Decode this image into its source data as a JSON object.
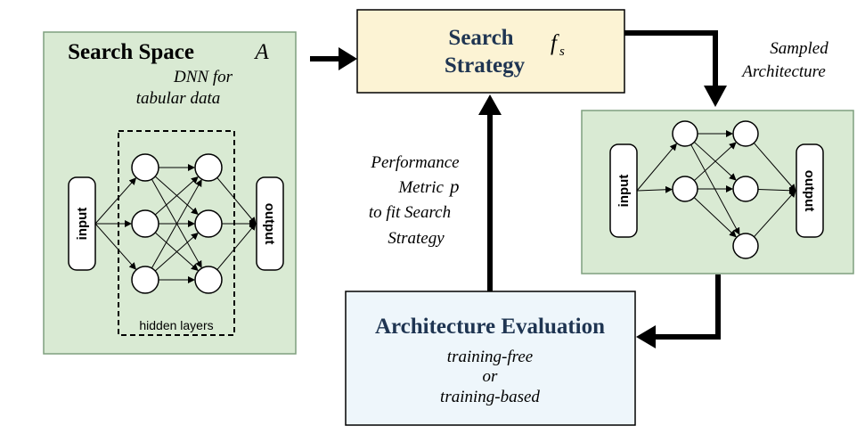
{
  "search_space": {
    "title": "Search Space",
    "symbol": "A",
    "subtitle_line1": "DNN for",
    "subtitle_line2": "tabular data",
    "input_label": "input",
    "output_label": "output",
    "hidden_label": "hidden layers"
  },
  "search_strategy": {
    "line1": "Search",
    "line2": "Strategy",
    "symbol": "f",
    "symbol_sub": "s"
  },
  "sampled": {
    "label_line1": "Sampled",
    "label_line2": "Architecture",
    "input_label": "input",
    "output_label": "output"
  },
  "metric": {
    "line1": "Performance",
    "line2": "Metric",
    "symbol": "p",
    "line3": "to fit Search",
    "line4": "Strategy"
  },
  "evaluation": {
    "title": "Architecture Evaluation",
    "line1": "training-free",
    "line2": "or",
    "line3": "training-based"
  },
  "colors": {
    "green_fill": "#d9ead3",
    "green_border": "#7f9f7f",
    "yellow_fill": "#fcf3d4",
    "blue_fill": "#eef6fb",
    "navy_text": "#1f3552"
  }
}
